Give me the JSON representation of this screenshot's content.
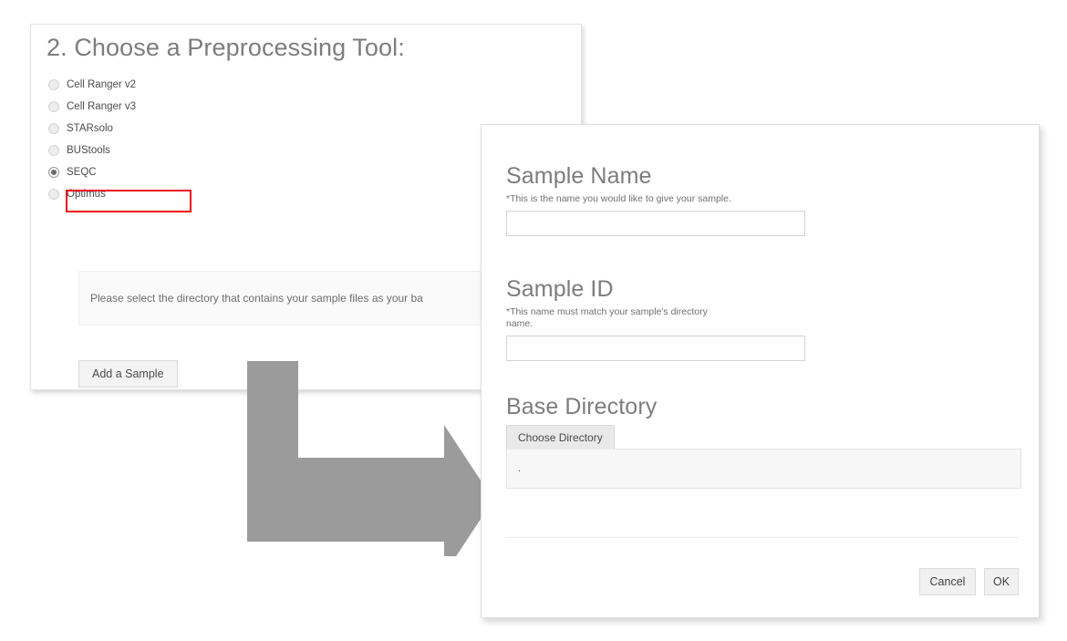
{
  "step_card": {
    "title": "2. Choose a Preprocessing Tool:",
    "tools": [
      {
        "label": "Cell Ranger v2",
        "selected": false
      },
      {
        "label": "Cell Ranger v3",
        "selected": false
      },
      {
        "label": "STARsolo",
        "selected": false
      },
      {
        "label": "BUStools",
        "selected": false
      },
      {
        "label": "SEQC",
        "selected": true
      },
      {
        "label": "Optimus",
        "selected": false
      }
    ],
    "highlight_color": "#ee1111",
    "info_text": "Please select the directory that contains your sample files as your ba",
    "add_sample_label": "Add a Sample"
  },
  "annotation": {
    "arrow_color": "#9b9b9b"
  },
  "dialog": {
    "sample_name": {
      "heading": "Sample Name",
      "hint": "*This is the name you would like to give your sample.",
      "value": "",
      "placeholder": ""
    },
    "sample_id": {
      "heading": "Sample ID",
      "hint": "*This name must match your sample's directory name.",
      "value": "",
      "placeholder": ""
    },
    "base_directory": {
      "heading": "Base Directory",
      "choose_label": "Choose Directory",
      "path": "."
    },
    "footer": {
      "cancel_label": "Cancel",
      "ok_label": "OK"
    }
  }
}
